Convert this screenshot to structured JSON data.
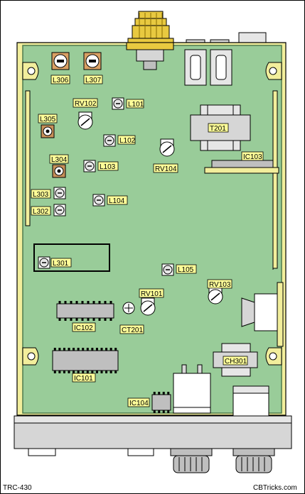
{
  "model": "TRC-430",
  "credit": "CBTricks.com",
  "colors": {
    "board": "#99cc99",
    "board_edge": "#4d7a4d",
    "chassis": "#f2ee9c",
    "label_bg": "#ffff99",
    "metal": "#d6d6d6",
    "ic_body": "#bfbfbf"
  },
  "labels": {
    "L306": "L306",
    "L307": "L307",
    "RV102": "RV102",
    "L101": "L101",
    "L305": "L305",
    "L102": "L102",
    "T201": "T201",
    "RV104": "RV104",
    "IC103": "IC103",
    "L304": "L304",
    "L103": "L103",
    "L303": "L303",
    "L104": "L104",
    "L302": "L302",
    "L301": "L301",
    "L105": "L105",
    "RV103": "RV103",
    "RV101": "RV101",
    "IC102": "IC102",
    "CT201": "CT201",
    "CH301": "CH301",
    "IC101": "IC101",
    "IC104": "IC104"
  }
}
